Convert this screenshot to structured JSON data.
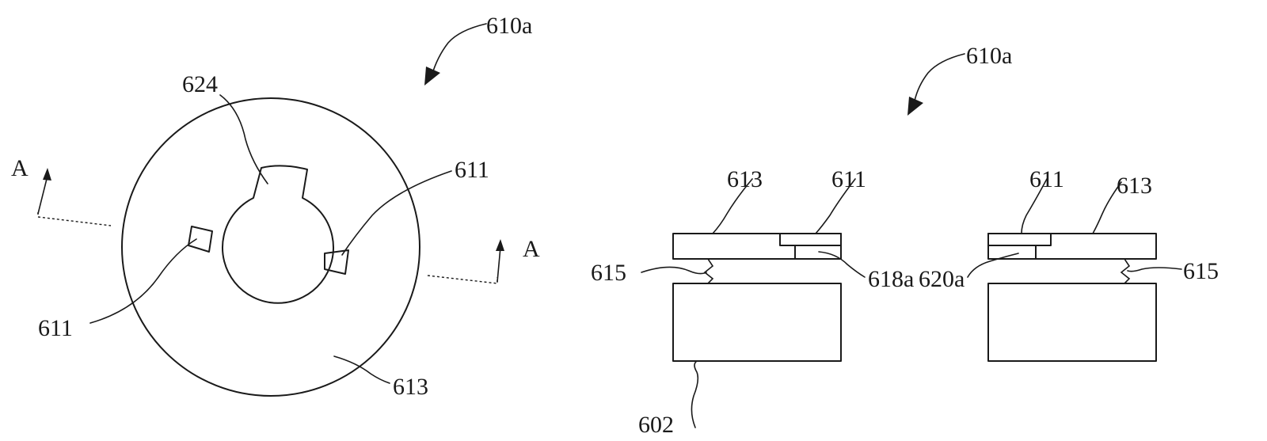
{
  "figure": {
    "left_view": {
      "ref_assembly": "610a",
      "section_left": "A",
      "section_right": "A",
      "ref_keyway": "624",
      "ref_tab_upper": "611",
      "ref_tab_lower": "611",
      "ref_disc": "613"
    },
    "right_view": {
      "ref_assembly": "610a",
      "left_unit": {
        "ref_plate": "613",
        "ref_insert": "611",
        "ref_spring": "615",
        "ref_feature": "618a",
        "ref_base": "602"
      },
      "right_unit": {
        "ref_insert": "611",
        "ref_plate": "613",
        "ref_feature": "620a",
        "ref_spring": "615"
      }
    }
  }
}
